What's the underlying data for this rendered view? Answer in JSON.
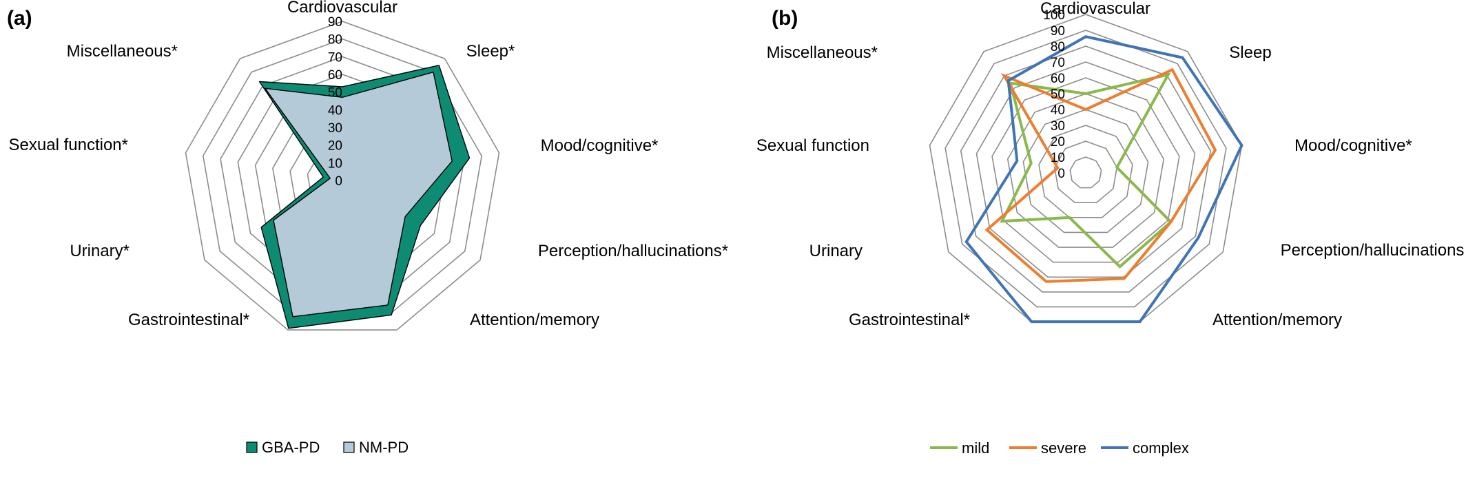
{
  "chart_data": [
    {
      "panel_label": "(a)",
      "type": "radar-area",
      "categories": [
        "Cardiovascular",
        "Sleep*",
        "Mood/cognitive*",
        "Perception/hallucinations*",
        "Attention/memory",
        "Gastrointestinal*",
        "Urinary*",
        "Sexual function*",
        "Miscellaneous*"
      ],
      "rlim": [
        0,
        90
      ],
      "ticks": [
        "0",
        "10",
        "20",
        "30",
        "40",
        "50",
        "60",
        "70",
        "80",
        "90"
      ],
      "grid": true,
      "legend_position": "bottom",
      "series": [
        {
          "name": "GBA-PD",
          "color": "#0d8c73",
          "values": [
            53,
            85,
            73,
            51,
            81,
            89,
            53,
            11,
            73
          ]
        },
        {
          "name": "NM-PD",
          "color": "#b5cad8",
          "values": [
            47,
            80,
            63,
            41,
            75,
            82,
            45,
            7,
            68
          ]
        }
      ]
    },
    {
      "panel_label": "(b)",
      "type": "radar-line",
      "categories": [
        "Cardiovascular",
        "Sleep",
        "Mood/cognitive*",
        "Perception/hallucinations",
        "Attention/memory",
        "Gastrointestinal*",
        "Urinary",
        "Sexual function",
        "Miscellaneous*"
      ],
      "rlim": [
        0,
        100
      ],
      "ticks": [
        "0",
        "10",
        "20",
        "30",
        "40",
        "50",
        "60",
        "70",
        "80",
        "90",
        "100"
      ],
      "grid": true,
      "legend_position": "bottom",
      "series": [
        {
          "name": "mild",
          "color": "#8ab94b",
          "values": [
            50,
            81,
            20,
            62,
            63,
            30,
            61,
            35,
            74
          ]
        },
        {
          "name": "severe",
          "color": "#ee7e2f",
          "values": [
            40,
            85,
            83,
            62,
            71,
            73,
            72,
            18,
            80
          ]
        },
        {
          "name": "complex",
          "color": "#3f74b5",
          "values": [
            86,
            95,
            100,
            82,
            100,
            100,
            87,
            44,
            76
          ]
        }
      ]
    }
  ]
}
